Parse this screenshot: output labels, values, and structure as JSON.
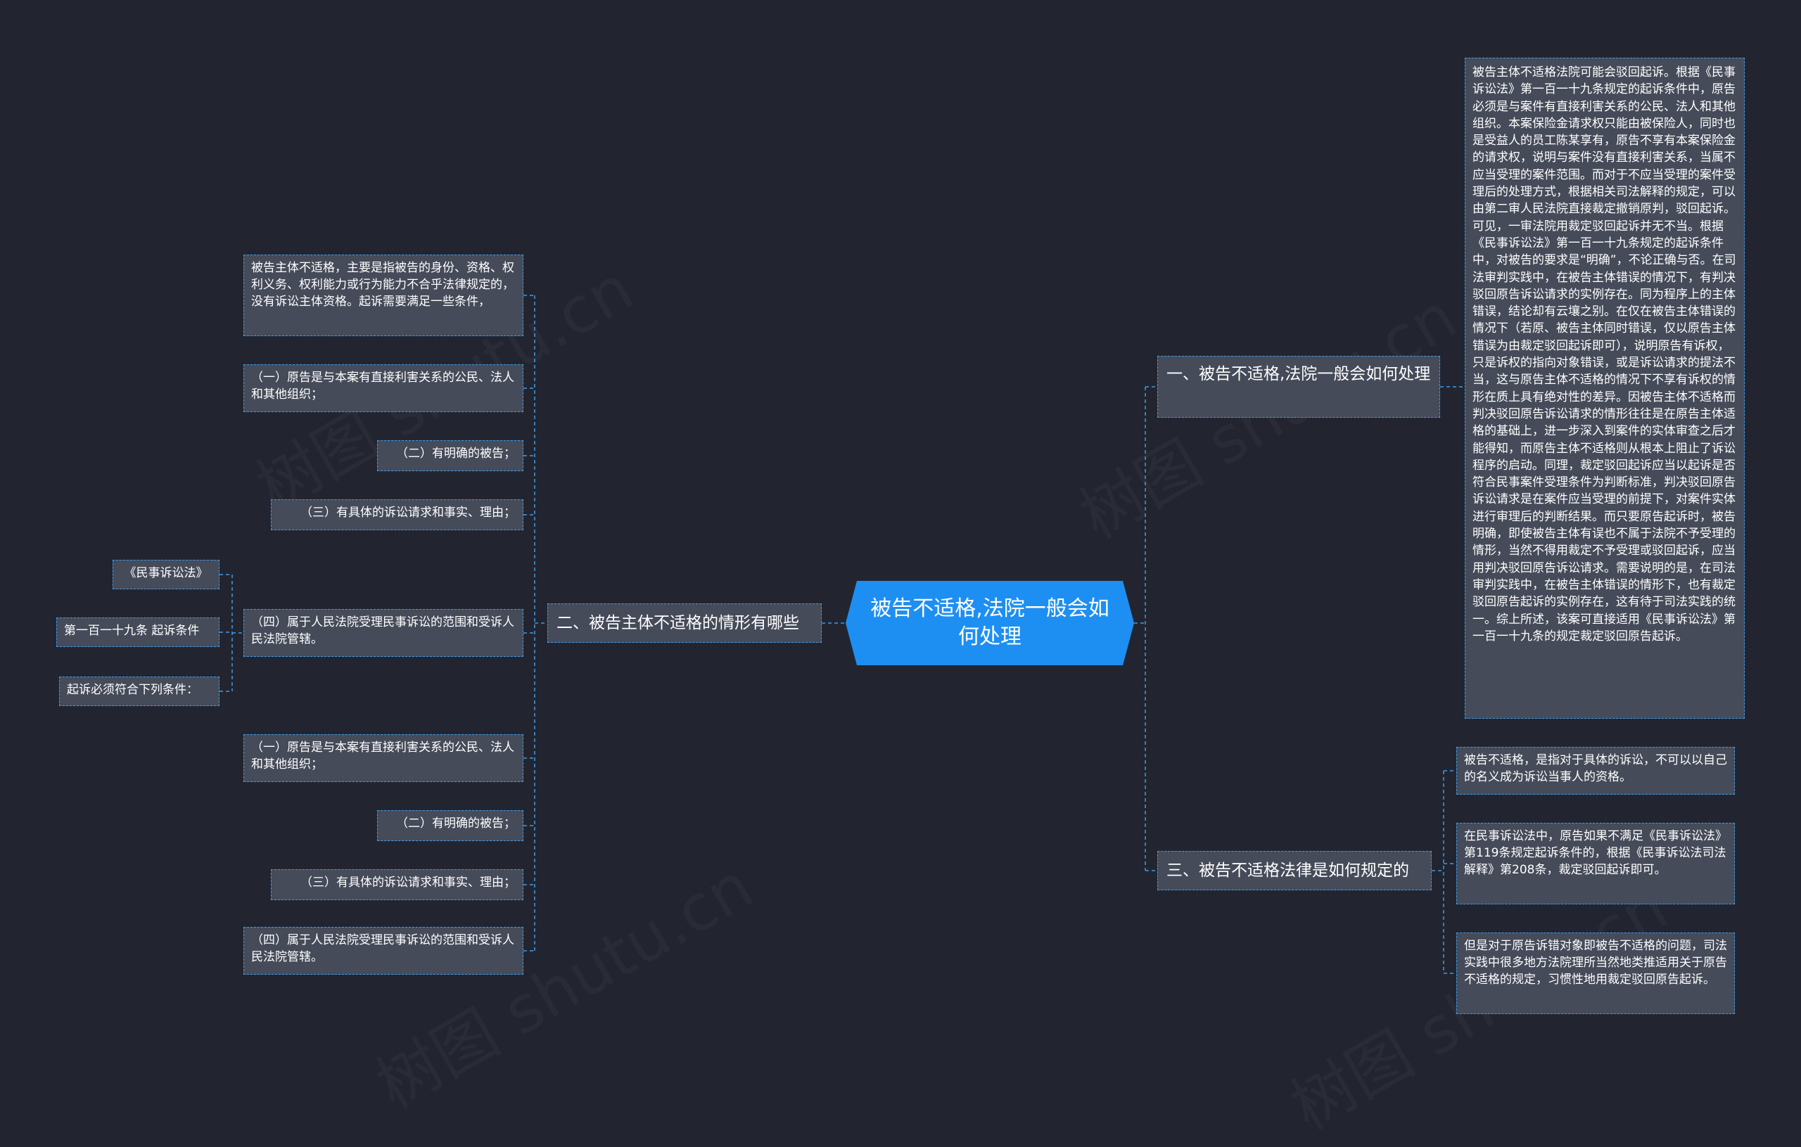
{
  "center": {
    "label": "被告不适格,法院一般会如何处理"
  },
  "branch_left": {
    "label": "二、被告主体不适格的情形有哪些"
  },
  "branch_r1": {
    "label": "一、被告不适格,法院一般会如何处理"
  },
  "branch_r3": {
    "label": "三、被告不适格法律是如何规定的"
  },
  "left_items": [
    "被告主体不适格，主要是指被告的身份、资格、权利义务、权利能力或行为能力不合乎法律规定的，没有诉讼主体资格。起诉需要满足一些条件，",
    "（一）原告是与本案有直接利害关系的公民、法人和其他组织；",
    "（二）有明确的被告；",
    "（三）有具体的诉讼请求和事实、理由；",
    "（四）属于人民法院受理民事诉讼的范围和受诉人民法院管辖。",
    "（一）原告是与本案有直接利害关系的公民、法人和其他组织；",
    "（二）有明确的被告；",
    "（三）有具体的诉讼请求和事实、理由；",
    "（四）属于人民法院受理民事诉讼的范围和受诉人民法院管辖。"
  ],
  "far_left_items": [
    "《民事诉讼法》",
    "第一百一十九条 起诉条件",
    "起诉必须符合下列条件："
  ],
  "r1_text": "被告主体不适格法院可能会驳回起诉。根据《民事诉讼法》第一百一十九条规定的起诉条件中，原告必须是与案件有直接利害关系的公民、法人和其他组织。本案保险金请求权只能由被保险人，同时也是受益人的员工陈某享有，原告不享有本案保险金的请求权，说明与案件没有直接利害关系，当属不应当受理的案件范围。而对于不应当受理的案件受理后的处理方式，根据相关司法解释的规定，可以由第二审人民法院直接裁定撤销原判，驳回起诉。可见，一审法院用裁定驳回起诉并无不当。根据《民事诉讼法》第一百一十九条规定的起诉条件中，对被告的要求是“明确”，不论正确与否。在司法审判实践中，在被告主体错误的情况下，有判决驳回原告诉讼请求的实例存在。同为程序上的主体错误，结论却有云壤之别。在仅在被告主体错误的情况下（若原、被告主体同时错误，仅以原告主体错误为由裁定驳回起诉即可），说明原告有诉权，只是诉权的指向对象错误，或是诉讼请求的提法不当，这与原告主体不适格的情况下不享有诉权的情形在质上具有绝对性的差异。因被告主体不适格而判决驳回原告诉讼请求的情形往往是在原告主体适格的基础上，进一步深入到案件的实体审查之后才能得知，而原告主体不适格则从根本上阻止了诉讼程序的启动。同理，裁定驳回起诉应当以起诉是否符合民事案件受理条件为判断标准，判决驳回原告诉讼请求是在案件应当受理的前提下，对案件实体进行审理后的判断结果。而只要原告起诉时，被告明确，即使被告主体有误也不属于法院不予受理的情形，当然不得用裁定不予受理或驳回起诉，应当用判决驳回原告诉讼请求。需要说明的是，在司法审判实践中，在被告主体错误的情形下，也有裁定驳回原告起诉的实例存在，这有待于司法实践的统一。综上所述，该案可直接适用《民事诉讼法》第一百一十九条的规定裁定驳回原告起诉。",
  "r3_items": [
    "被告不适格，是指对于具体的诉讼，不可以以自己的名义成为诉讼当事人的资格。",
    "在民事诉讼法中，原告如果不满足《民事诉讼法》第119条规定起诉条件的，根据《民事诉讼法司法解释》第208条，裁定驳回起诉即可。",
    "但是对于原告诉错对象即被告不适格的问题，司法实践中很多地方法院理所当然地类推适用关于原告不适格的规定，习惯性地用裁定驳回原告起诉。"
  ],
  "watermark": "树图 shutu.cn",
  "colors": {
    "background": "#22252f",
    "node": "#454b59",
    "center": "#1e8ff2",
    "line": "#3f9ae6"
  }
}
